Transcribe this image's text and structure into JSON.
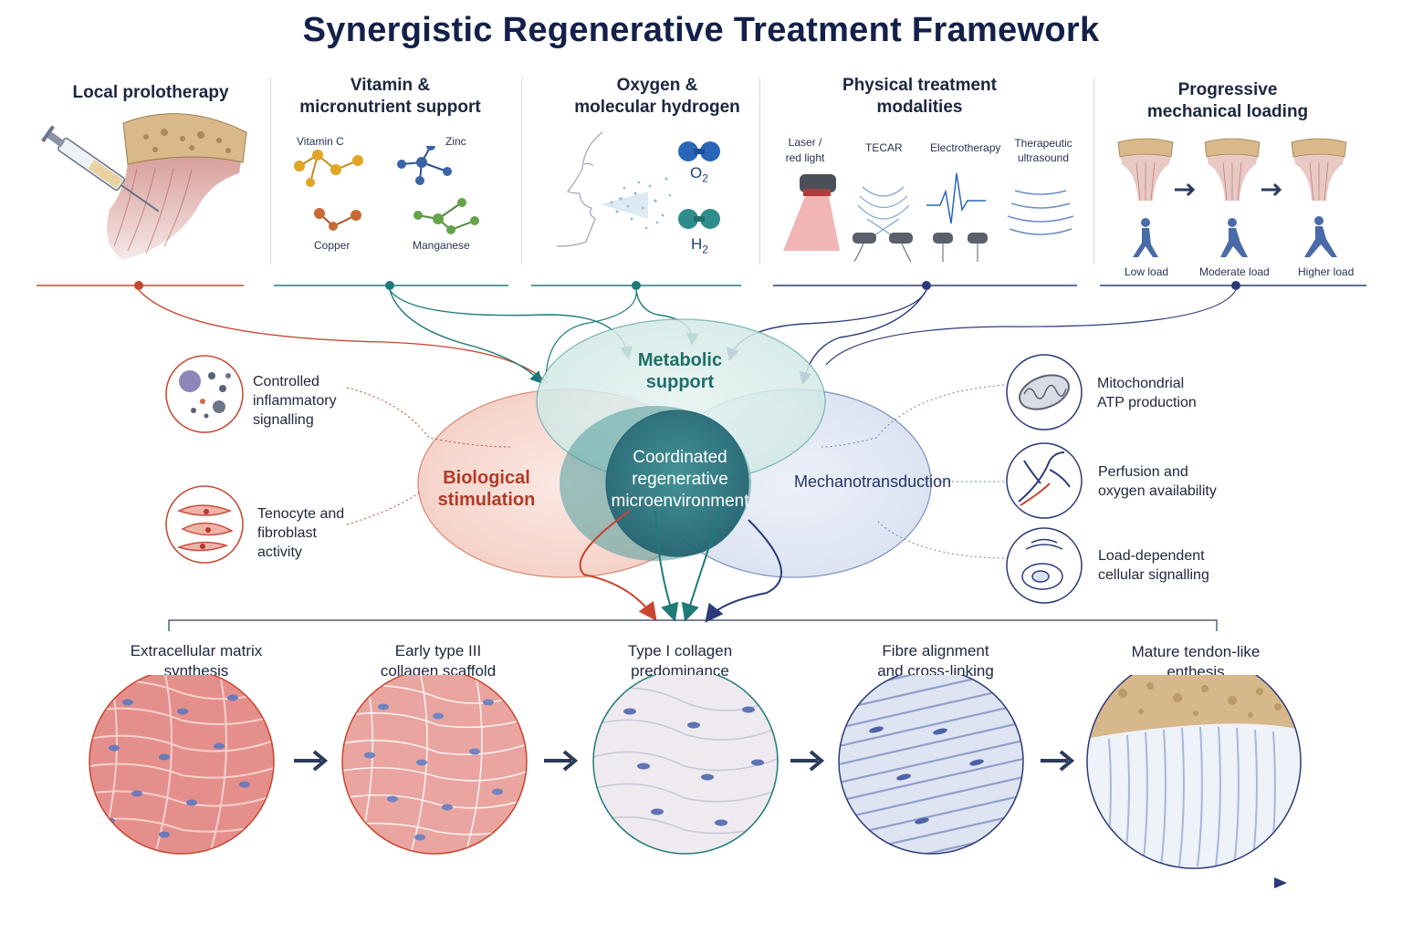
{
  "title": "Synergistic Regenerative Treatment Framework",
  "modalities": {
    "prolotherapy": {
      "title": "Local prolotherapy"
    },
    "vitamins": {
      "title_line1": "Vitamin &",
      "title_line2": "micronutrient support",
      "items": [
        "Vitamin C",
        "Zinc",
        "Copper",
        "Manganese"
      ]
    },
    "oxygen": {
      "title_line1": "Oxygen &",
      "title_line2": "molecular hydrogen",
      "o2": "O",
      "o2_sub": "2",
      "h2": "H",
      "h2_sub": "2"
    },
    "physical": {
      "title_line1": "Physical treatment",
      "title_line2": "modalities",
      "items": [
        "Laser /",
        "red light",
        "TECAR",
        "Electrotherapy",
        "Therapeutic",
        "ultrasound"
      ]
    },
    "loading": {
      "title_line1": "Progressive",
      "title_line2": "mechanical loading",
      "items": [
        "Low load",
        "Moderate load",
        "Higher load"
      ]
    }
  },
  "venn": {
    "metabolic_line1": "Metabolic",
    "metabolic_line2": "support",
    "biological_line1": "Biological",
    "biological_line2": "stimulation",
    "mechano": "Mechanotransduction",
    "center_line1": "Coordinated",
    "center_line2": "regenerative",
    "center_line3": "microenvironment"
  },
  "left_callouts": [
    {
      "line1": "Controlled",
      "line2": "inflammatory",
      "line3": "signalling"
    },
    {
      "line1": "Tenocyte and",
      "line2": "fibroblast",
      "line3": "activity"
    }
  ],
  "right_callouts": [
    {
      "line1": "Mitochondrial",
      "line2": "ATP production"
    },
    {
      "line1": "Perfusion and",
      "line2": "oxygen availability"
    },
    {
      "line1": "Load-dependent",
      "line2": "cellular signalling"
    }
  ],
  "stages": [
    {
      "line1": "Extracellular matrix",
      "line2": "synthesis"
    },
    {
      "line1": "Early type III",
      "line2": "collagen scaffold"
    },
    {
      "line1": "Type I collagen",
      "line2": "predominance"
    },
    {
      "line1": "Fibre alignment",
      "line2": "and cross-linking"
    },
    {
      "line1": "Mature tendon-like",
      "line2": "enthesis"
    }
  ],
  "colors": {
    "red": "#c8452f",
    "teal": "#1f7a7a",
    "navy": "#2c3a7a",
    "title": "#13204a"
  }
}
